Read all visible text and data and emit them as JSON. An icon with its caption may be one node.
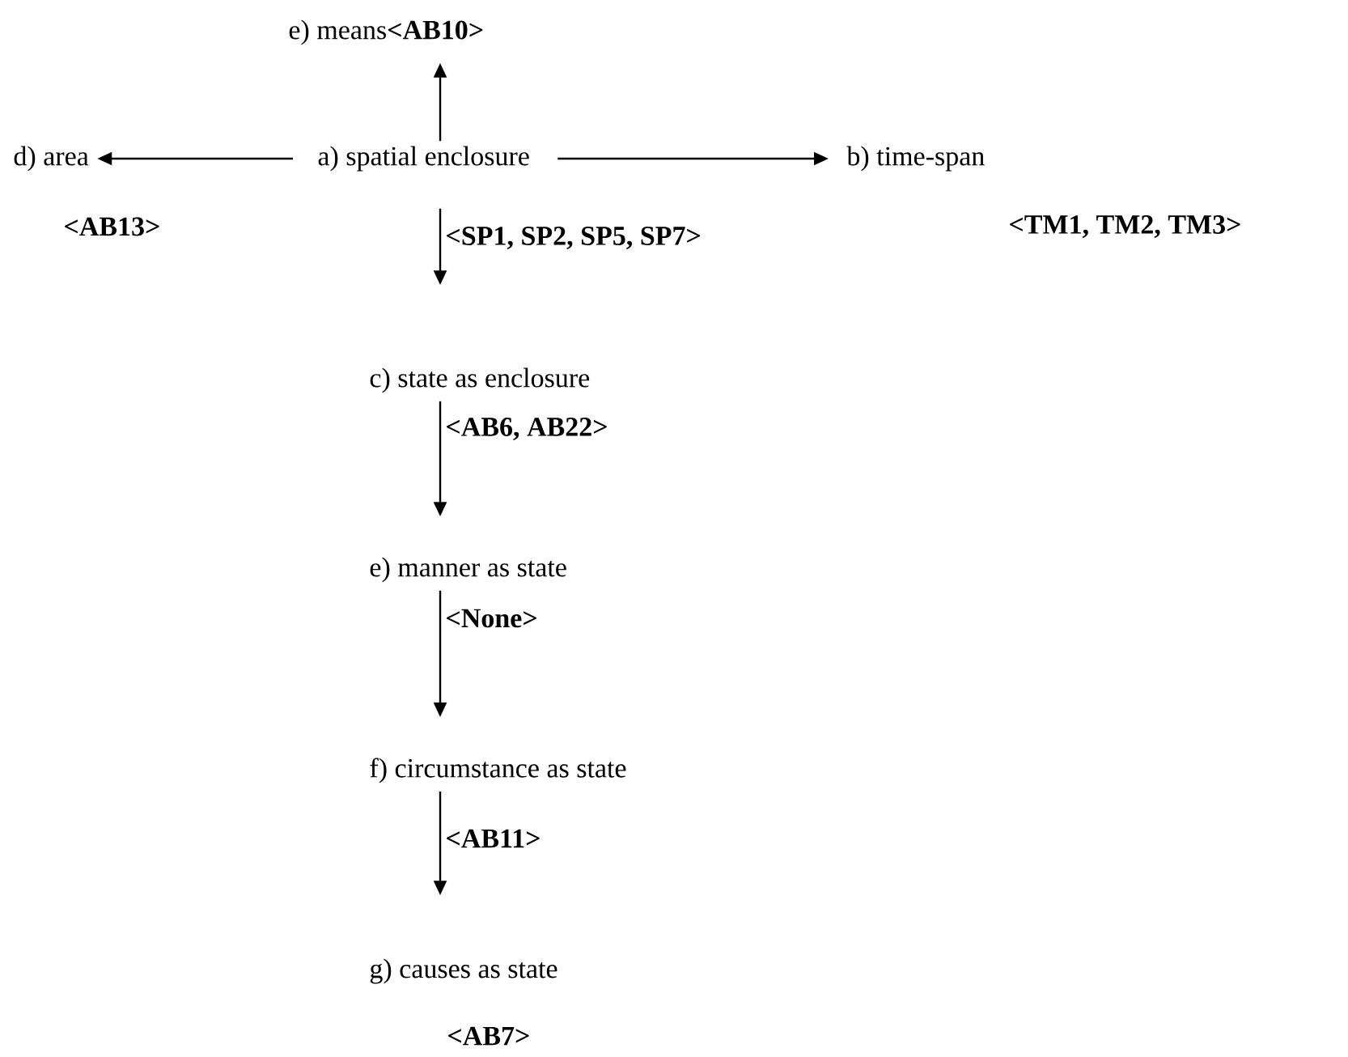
{
  "diagram": {
    "nodes": [
      {
        "text": [
          "a) spatial enclosure"
        ]
      },
      {
        "text": [
          "e) means**<AB10>**"
        ]
      },
      {
        "text": [
          "d) area"
        ],
        "beside": [
          "<AB13>"
        ]
      },
      {
        "text": [
          "b) time-span"
        ],
        "beside": [
          "<TM1, TM2, TM3>"
        ]
      },
      {
        "text": [
          "c) state as enclosure"
        ]
      },
      {
        "text": [
          "e) manner as state"
        ]
      },
      {
        "text": [
          "f) circumstance as state"
        ]
      },
      {
        "text": [
          "g) causes as state"
        ],
        "beside": [
          "<AB7>"
        ]
      }
    ],
    "edges": [
      {
        "from": 0,
        "to": 1,
        "arrow": "to"
      },
      {
        "from": 0,
        "to": 2,
        "arrow": "to"
      },
      {
        "from": 0,
        "to": 3,
        "arrow": "to"
      },
      {
        "from": 0,
        "to": 4,
        "arrow": "to",
        "label": "<SP1, SP2, SP5, SP7>"
      },
      {
        "from": 4,
        "to": 5,
        "arrow": "to",
        "label": "<AB6, AB22>"
      },
      {
        "from": 5,
        "to": 6,
        "arrow": "to",
        "label": "<None>"
      },
      {
        "from": 6,
        "to": 7,
        "arrow": "to",
        "label": "<AB11>"
      }
    ]
  }
}
